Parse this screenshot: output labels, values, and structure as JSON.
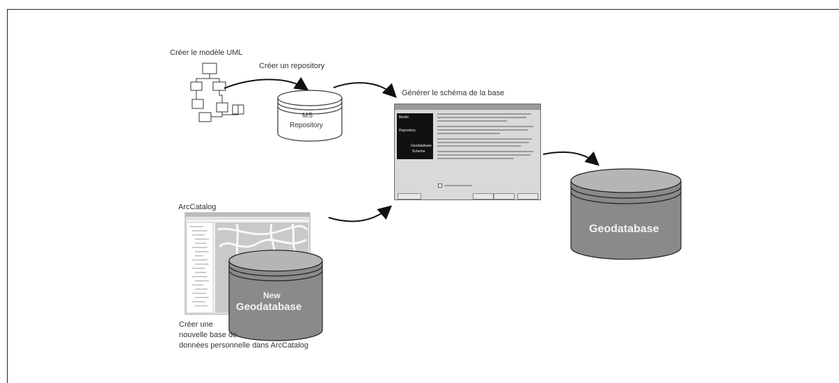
{
  "labels": {
    "uml": "Créer le modèle UML",
    "repository": "Créer un repository",
    "generer": "Générer le schéma de la base",
    "arccatalog": "ArcCatalog",
    "creer_base": "Créer une\nnouvelle base de\ndonnées personnelle dans ArcCatalog"
  },
  "repository_cylinder": {
    "line1": "MS",
    "line2": "Repository"
  },
  "new_geodatabase": {
    "line1": "New",
    "line2": "Geodatabase"
  },
  "geodatabase": {
    "label": "Geodatabase"
  },
  "dialog": {
    "side_labels": [
      "Model",
      "Repository",
      "Geodatabase",
      "Schema"
    ]
  },
  "colors": {
    "cylinder_fill": "#8a8a8a",
    "cylinder_top": "#b5b5b5",
    "line": "#111111"
  }
}
